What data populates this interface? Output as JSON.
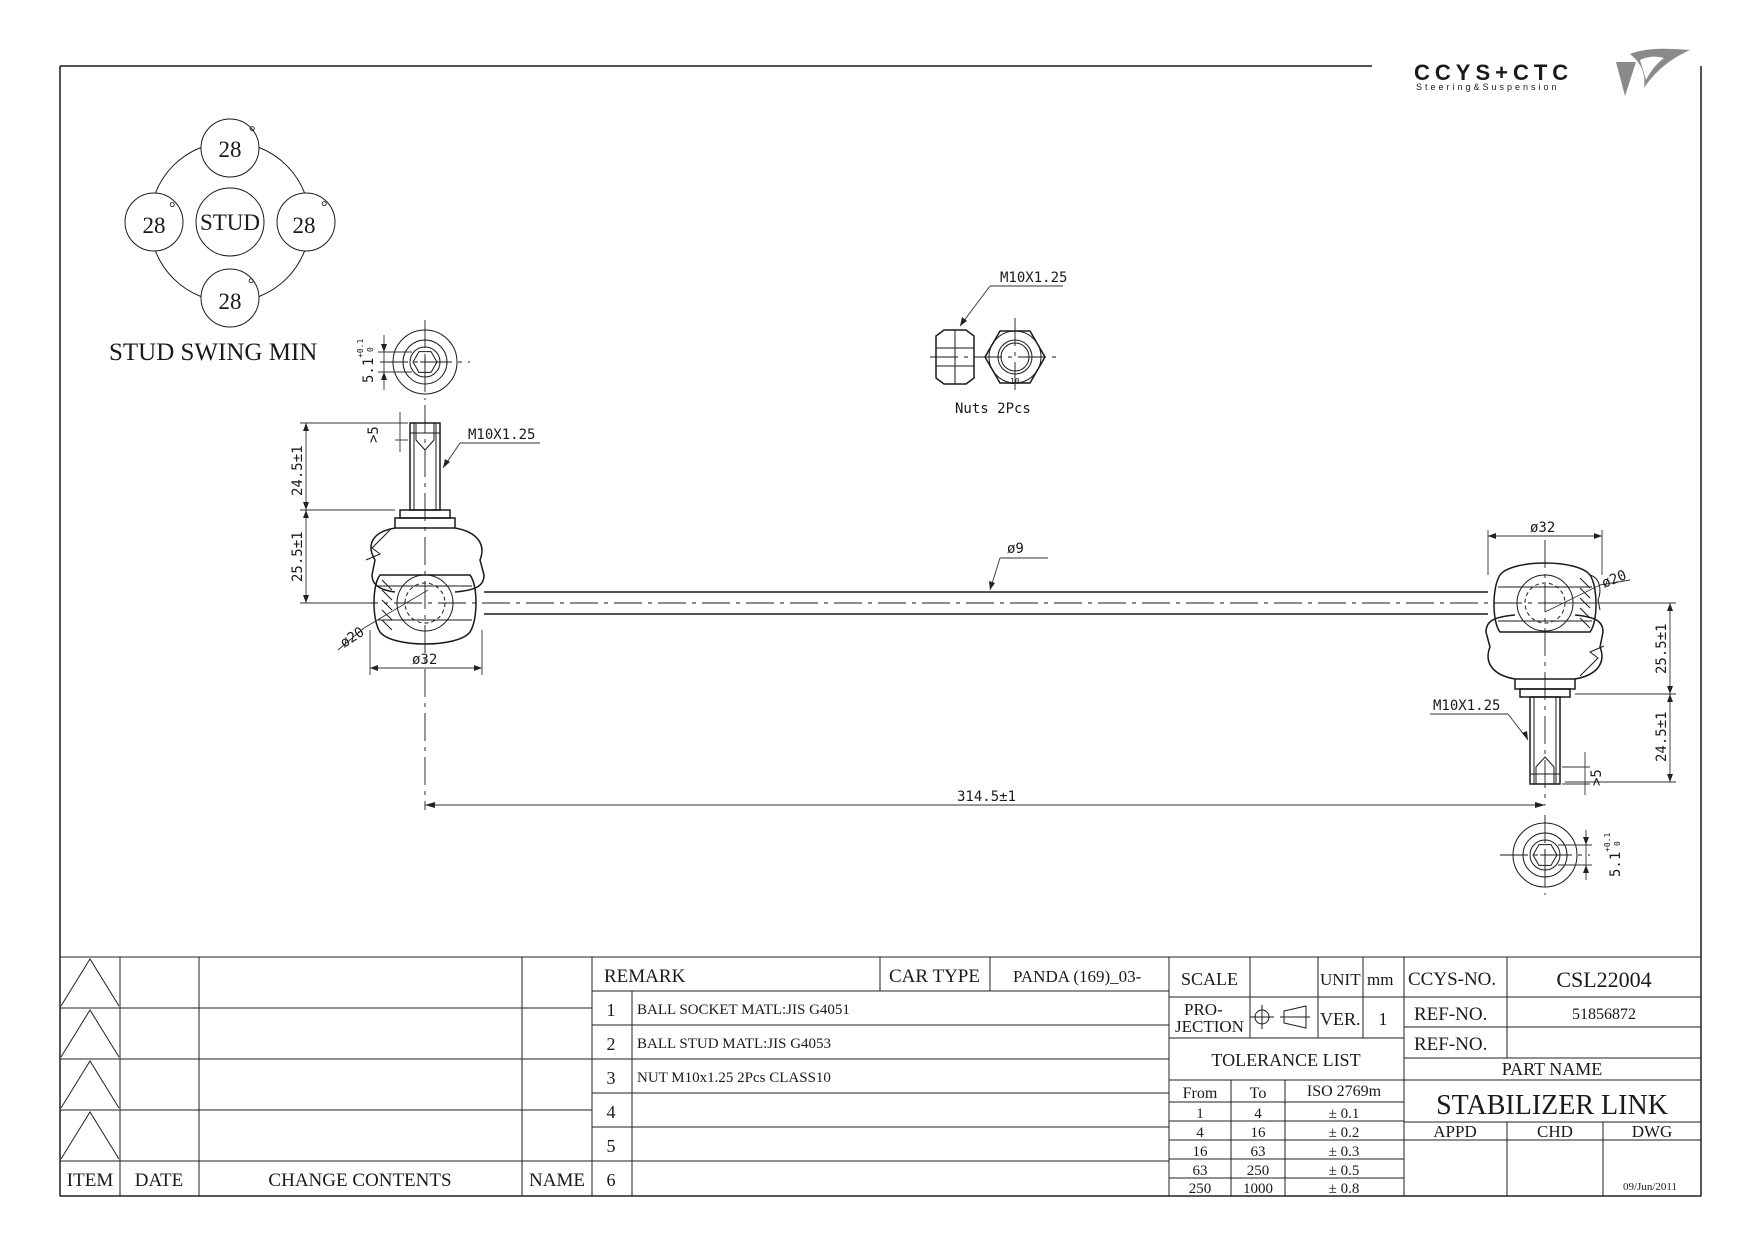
{
  "logo": {
    "brand": "CCYS+CTC",
    "tagline": "Steering&Suspension"
  },
  "stud_swing": {
    "center_label": "STUD",
    "angle_top": "28",
    "angle_left": "28",
    "angle_right": "28",
    "angle_bottom": "28",
    "degree_symbol": "°",
    "caption": "STUD SWING MIN"
  },
  "dimensions": {
    "hex_left": "5.1",
    "hex_left_tol_upper": "+0.1",
    "hex_left_tol_lower": "0",
    "hex_right": "5.1",
    "hex_right_tol_upper": "+0.1",
    "hex_right_tol_lower": "0",
    "thread_left": "M10X1.25",
    "thread_right": "M10X1.25",
    "nut_thread": "M10X1.25",
    "nut_caption": "Nuts 2Pcs",
    "nut_width": "10",
    "stud_tip_left": ">5",
    "stud_tip_right": ">5",
    "stud_len_left": "24.5±1",
    "stud_len_right": "24.5±1",
    "head_h_left": "25.5±1",
    "head_h_right": "25.5±1",
    "rod_dia": "ø9",
    "ball_dia_left": "ø20",
    "ball_dia_right": "ø20",
    "housing_left": "ø32",
    "housing_right": "ø32",
    "overall_length": "314.5±1"
  },
  "revision_table": {
    "headers": [
      "ITEM",
      "DATE",
      "CHANGE CONTENTS",
      "NAME"
    ]
  },
  "remark_table": {
    "remark_label": "REMARK",
    "car_type_label": "CAR TYPE",
    "car_type_value": "PANDA (169)_03-",
    "rows": [
      {
        "no": "1",
        "text": "BALL SOCKET MATL:JIS  G4051"
      },
      {
        "no": "2",
        "text": "BALL STUD MATL:JIS G4053"
      },
      {
        "no": "3",
        "text": "NUT M10x1.25 2Pcs CLASS10"
      },
      {
        "no": "4",
        "text": ""
      },
      {
        "no": "5",
        "text": ""
      },
      {
        "no": "6",
        "text": ""
      }
    ]
  },
  "spec_table": {
    "scale_label": "SCALE",
    "scale_value": "",
    "unit_label": "UNIT",
    "unit_value": "mm",
    "projection_label_1": "PRO-",
    "projection_label_2": "JECTION",
    "ver_label": "VER.",
    "ver_value": "1",
    "tolerance_title": "TOLERANCE LIST",
    "tolerance_headers": [
      "From",
      "To",
      "ISO 2769m"
    ],
    "tolerance_rows": [
      {
        "from": "1",
        "to": "4",
        "tol": "± 0.1"
      },
      {
        "from": "4",
        "to": "16",
        "tol": "± 0.2"
      },
      {
        "from": "16",
        "to": "63",
        "tol": "± 0.3"
      },
      {
        "from": "63",
        "to": "250",
        "tol": "± 0.5"
      },
      {
        "from": "250",
        "to": "1000",
        "tol": "± 0.8"
      }
    ]
  },
  "title_block": {
    "ccys_no_label": "CCYS-NO.",
    "ccys_no_value": "CSL22004",
    "ref_no_label": "REF-NO.",
    "ref_no_value": "51856872",
    "ref_no2_label": "REF-NO.",
    "ref_no2_value": "",
    "part_name_label": "PART NAME",
    "part_name_value": "STABILIZER LINK",
    "appd_label": "APPD",
    "chd_label": "CHD",
    "dwg_label": "DWG",
    "date": "09/Jun/2011"
  }
}
